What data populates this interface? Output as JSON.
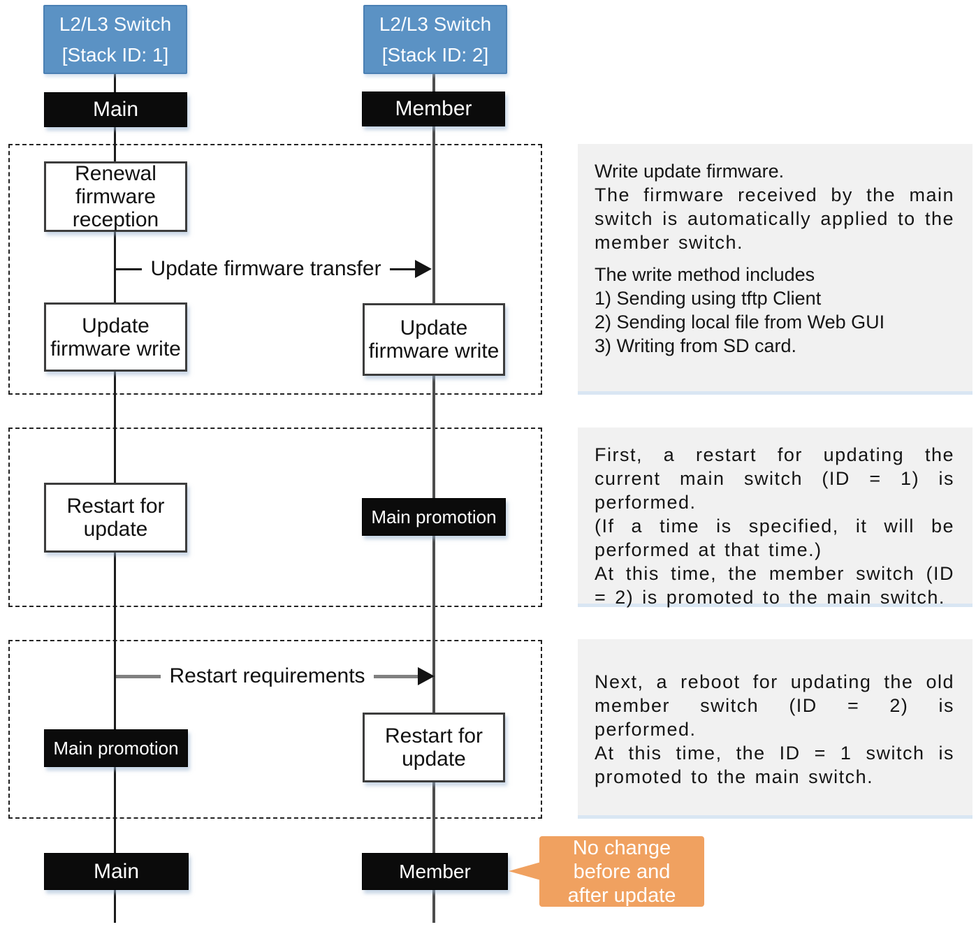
{
  "colors": {
    "actor-blue": "#5B92C4",
    "actor-blue-border": "#4A80B4",
    "black-box": "#0B0B0B",
    "note-bg": "#F1F1F1",
    "note-edge": "#D9E6F3",
    "callout-orange": "#F0A160",
    "line-gray": "#808080"
  },
  "actors": {
    "left": {
      "title": "L2/L3 Switch\n[Stack ID: 1]",
      "role_top": "Main",
      "role_bottom": "Main"
    },
    "right": {
      "title": "L2/L3 Switch\n[Stack ID: 2]",
      "role_top": "Member",
      "role_bottom": "Member"
    }
  },
  "phase1": {
    "box_renewal": "Renewal\nfirmware\nreception",
    "arrow_label": "Update firmware transfer",
    "box_write_left": "Update\nfirmware write",
    "box_write_right": "Update\nfirmware write",
    "note_p1": "Write update firmware.",
    "note_p2": "The firmware received by the main switch is automatically applied to the member switch.",
    "note_p3": "The write method includes\n1) Sending using tftp Client\n2) Sending local file from Web GUI\n3) Writing from SD card."
  },
  "phase2": {
    "box_restart": "Restart for\nupdate",
    "box_promotion": "Main promotion",
    "note": "First, a restart for updating the current main switch (ID = 1) is performed.\n(If a time is specified, it will be performed at that time.)\nAt this time, the member switch (ID = 2) is promoted to the main switch."
  },
  "phase3": {
    "arrow_label": "Restart requirements",
    "box_promotion": "Main promotion",
    "box_restart": "Restart for\nupdate",
    "note": "Next, a reboot for updating the old member switch (ID = 2) is performed.\nAt this time, the ID = 1 switch is promoted to the main switch."
  },
  "callout": {
    "text": "No change\nbefore and\nafter update"
  }
}
